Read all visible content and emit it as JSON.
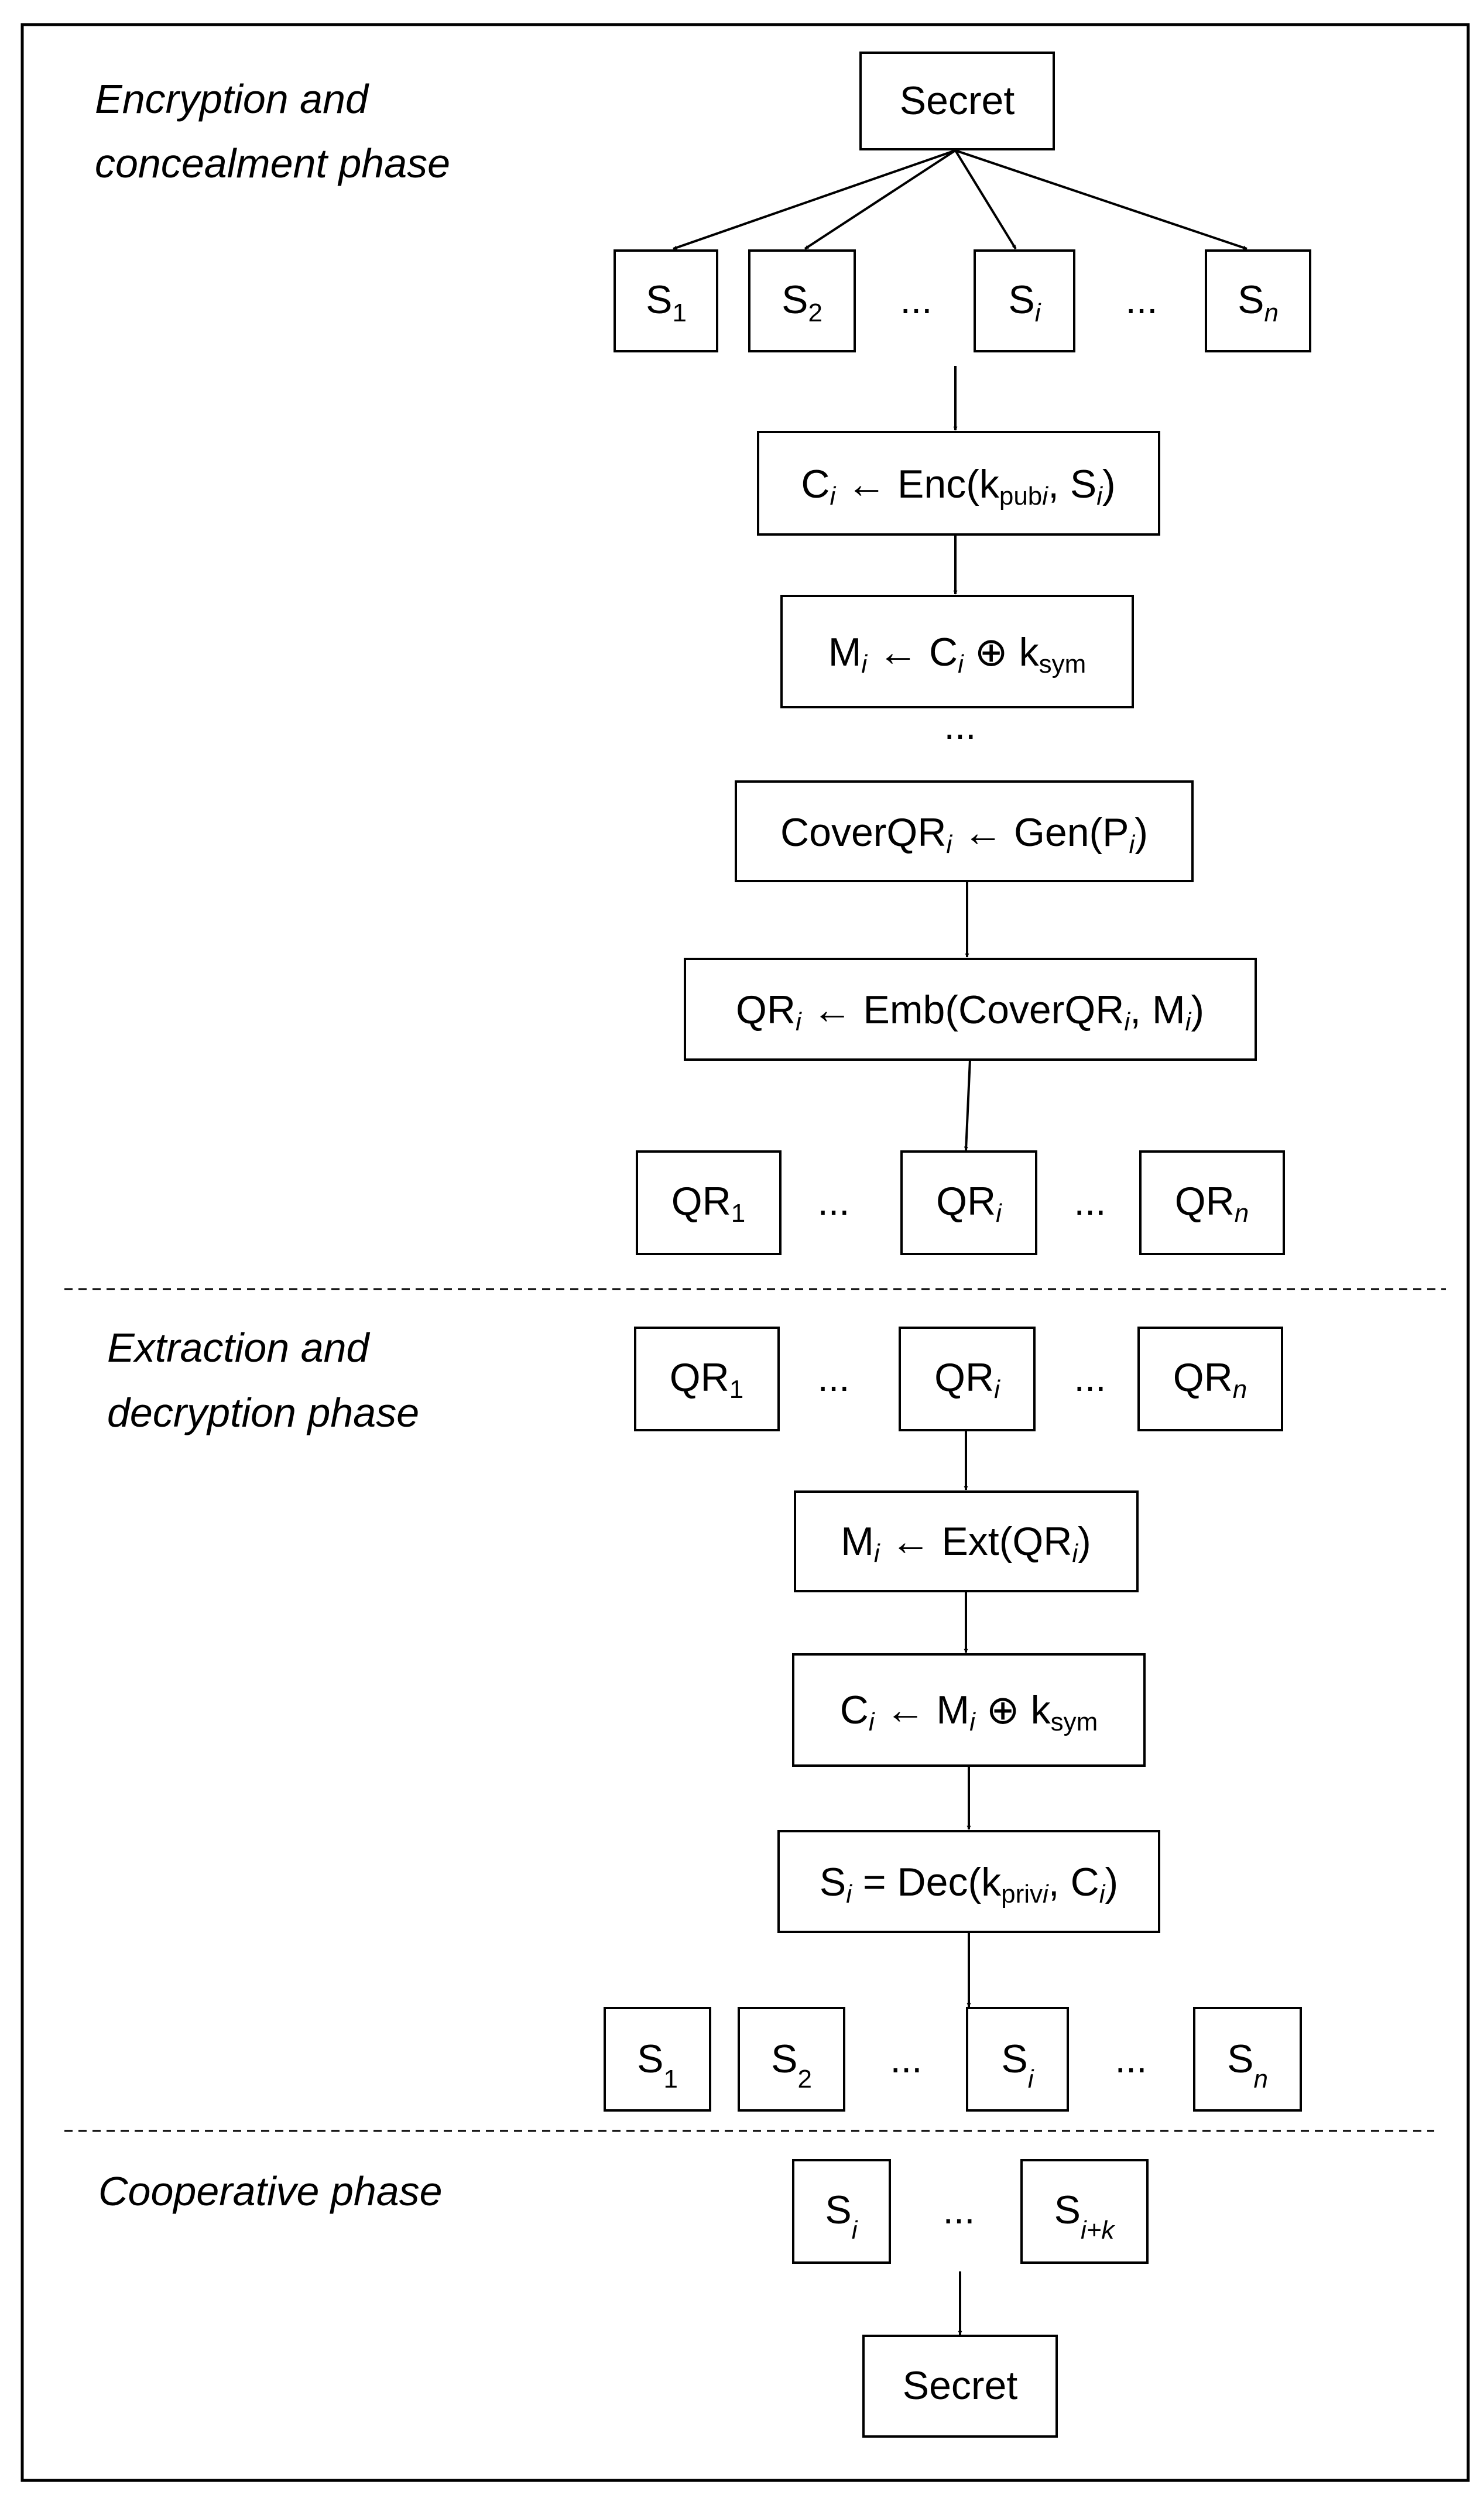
{
  "phases": {
    "encryption_line1": "Encryption and",
    "encryption_line2": "concealment phase",
    "extraction_line1": "Extraction and",
    "extraction_line2": "decryption phase",
    "cooperative": "Cooperative phase"
  },
  "ellipsis": "...",
  "nodes": {
    "secret_top": "Secret",
    "secret_bottom": "Secret",
    "share_top": [
      {
        "base": "S",
        "sub": "1",
        "sub_italic": false
      },
      {
        "base": "S",
        "sub": "2",
        "sub_italic": false
      },
      {
        "base": "S",
        "sub": "i",
        "sub_italic": true
      },
      {
        "base": "S",
        "sub": "n",
        "sub_italic": true
      }
    ],
    "enc": {
      "c": "C",
      "ci": "i",
      "arrow": " ← Enc(k",
      "pub": "pub",
      "pubi": "i",
      "mid": ", S",
      "si": "i",
      "end": ")"
    },
    "xor1": {
      "m": "M",
      "mi": "i",
      "arrow": " ← C",
      "ci": "i",
      "op": " ⊕ k",
      "sym": "sym"
    },
    "gen": {
      "a": "CoverQR",
      "ai": "i",
      "b": " ← Gen(P",
      "bi": "i",
      "end": ")"
    },
    "emb": {
      "a": "QR",
      "ai": "i",
      "b": " ← Emb(CoverQR",
      "bi": "i",
      "c": ", M",
      "ci": "i",
      "end": ")"
    },
    "qr_row": [
      {
        "base": "QR",
        "sub": "1",
        "sub_italic": false
      },
      {
        "base": "QR",
        "sub": "i",
        "sub_italic": true
      },
      {
        "base": "QR",
        "sub": "n",
        "sub_italic": true
      }
    ],
    "ext": {
      "a": "M",
      "ai": "i",
      "b": " ← Ext(QR",
      "bi": "i",
      "end": ")"
    },
    "xor2": {
      "c": "C",
      "ci": "i",
      "b": " ← M",
      "bi": "i",
      "op": " ⊕ k",
      "sym": "sym"
    },
    "dec": {
      "s": "S",
      "si": "i",
      "b": " = Dec(k",
      "priv": "priv",
      "privi": "i",
      "c": ", C",
      "ci": "i",
      "end": ")"
    },
    "share_bottom": [
      {
        "base": "S",
        "sub": "1",
        "sub_italic": false
      },
      {
        "base": "S",
        "sub": "2",
        "sub_italic": false
      },
      {
        "base": "S",
        "sub": "i",
        "sub_italic": true
      },
      {
        "base": "S",
        "sub": "n",
        "sub_italic": true
      }
    ],
    "coop": [
      {
        "base": "S",
        "sub": "i",
        "sub_italic": true
      },
      {
        "base": "S",
        "sub": "i+k",
        "sub_italic": true
      }
    ]
  }
}
